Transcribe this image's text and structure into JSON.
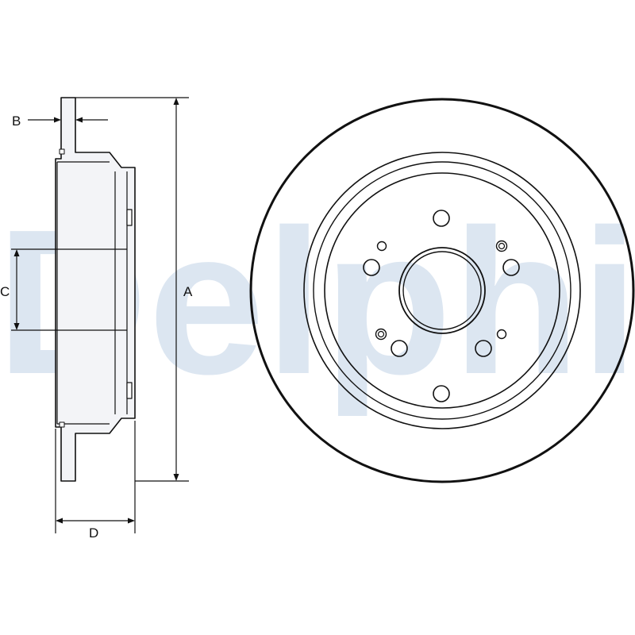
{
  "watermark": {
    "text": "Delphi",
    "color": "#dce6f1"
  },
  "labels": {
    "a": "A",
    "b": "B",
    "c": "C",
    "d": "D"
  },
  "colors": {
    "line": "#111111",
    "disc_fill": "#f3f4f7",
    "background": "#ffffff"
  }
}
